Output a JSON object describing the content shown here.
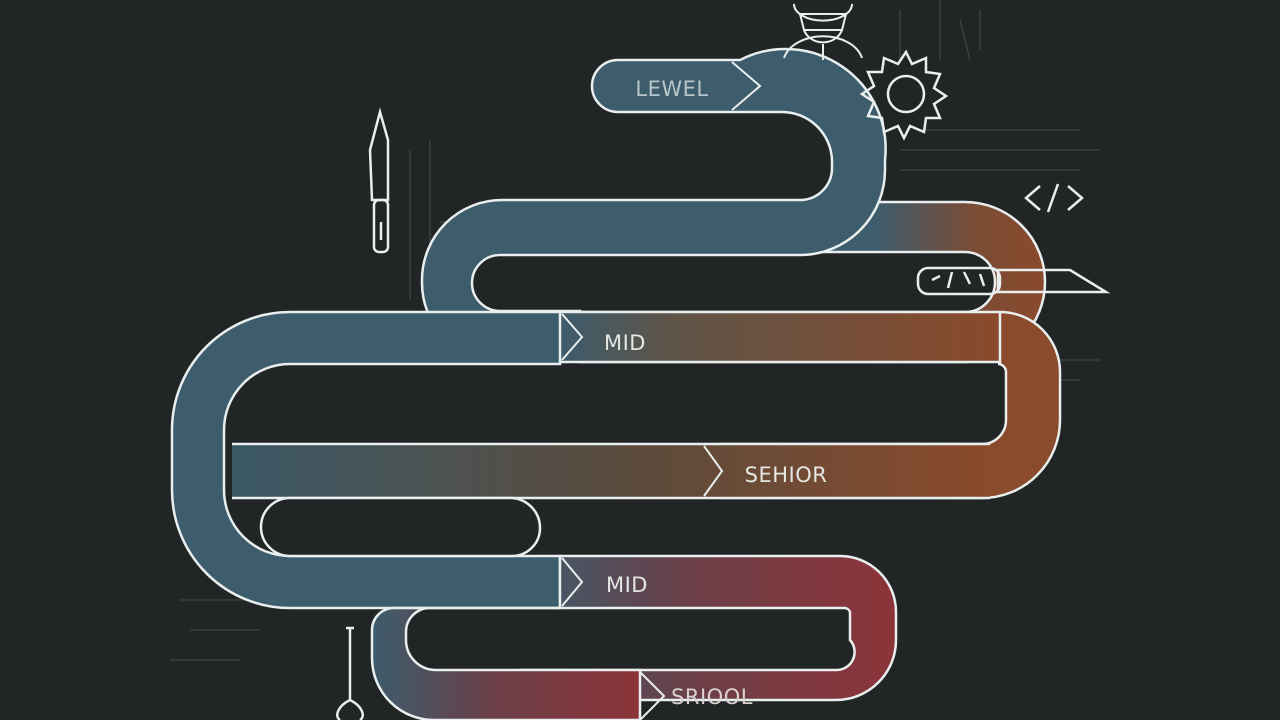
{
  "labels": {
    "level": "LEWEL",
    "mid_1": "MID",
    "senior": "SEHIOR",
    "mid_2": "MID",
    "bottom": "SRIOOL"
  },
  "icons": [
    "chef-icon",
    "gear-icon",
    "code-brackets-icon",
    "knife-icon",
    "whisk-icon",
    "blade-icon"
  ],
  "colors": {
    "background": "#222526",
    "path_blue": "#3d5c6c",
    "path_orange": "#8a4a2c",
    "path_red": "#8c3439",
    "outline": "#e9eeee",
    "label_text": "#e4e7e2"
  }
}
